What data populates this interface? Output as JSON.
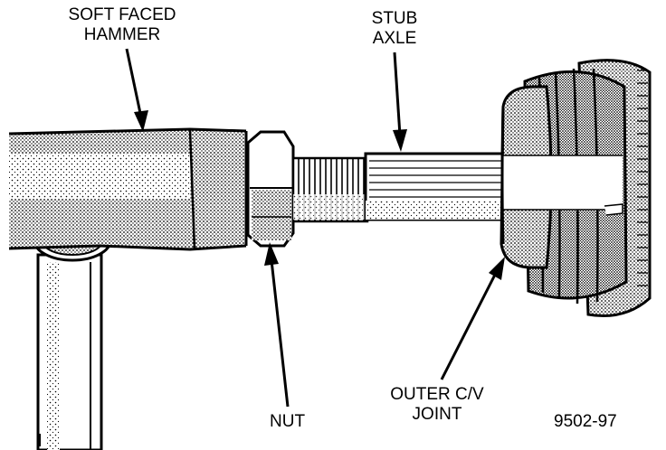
{
  "labels": {
    "hammer_line1": "SOFT FACED",
    "hammer_line2": "HAMMER",
    "stub_line1": "STUB",
    "stub_line2": "AXLE",
    "nut": "NUT",
    "cv_line1": "OUTER C/V",
    "cv_line2": "JOINT",
    "figure_code": "9502-97"
  }
}
